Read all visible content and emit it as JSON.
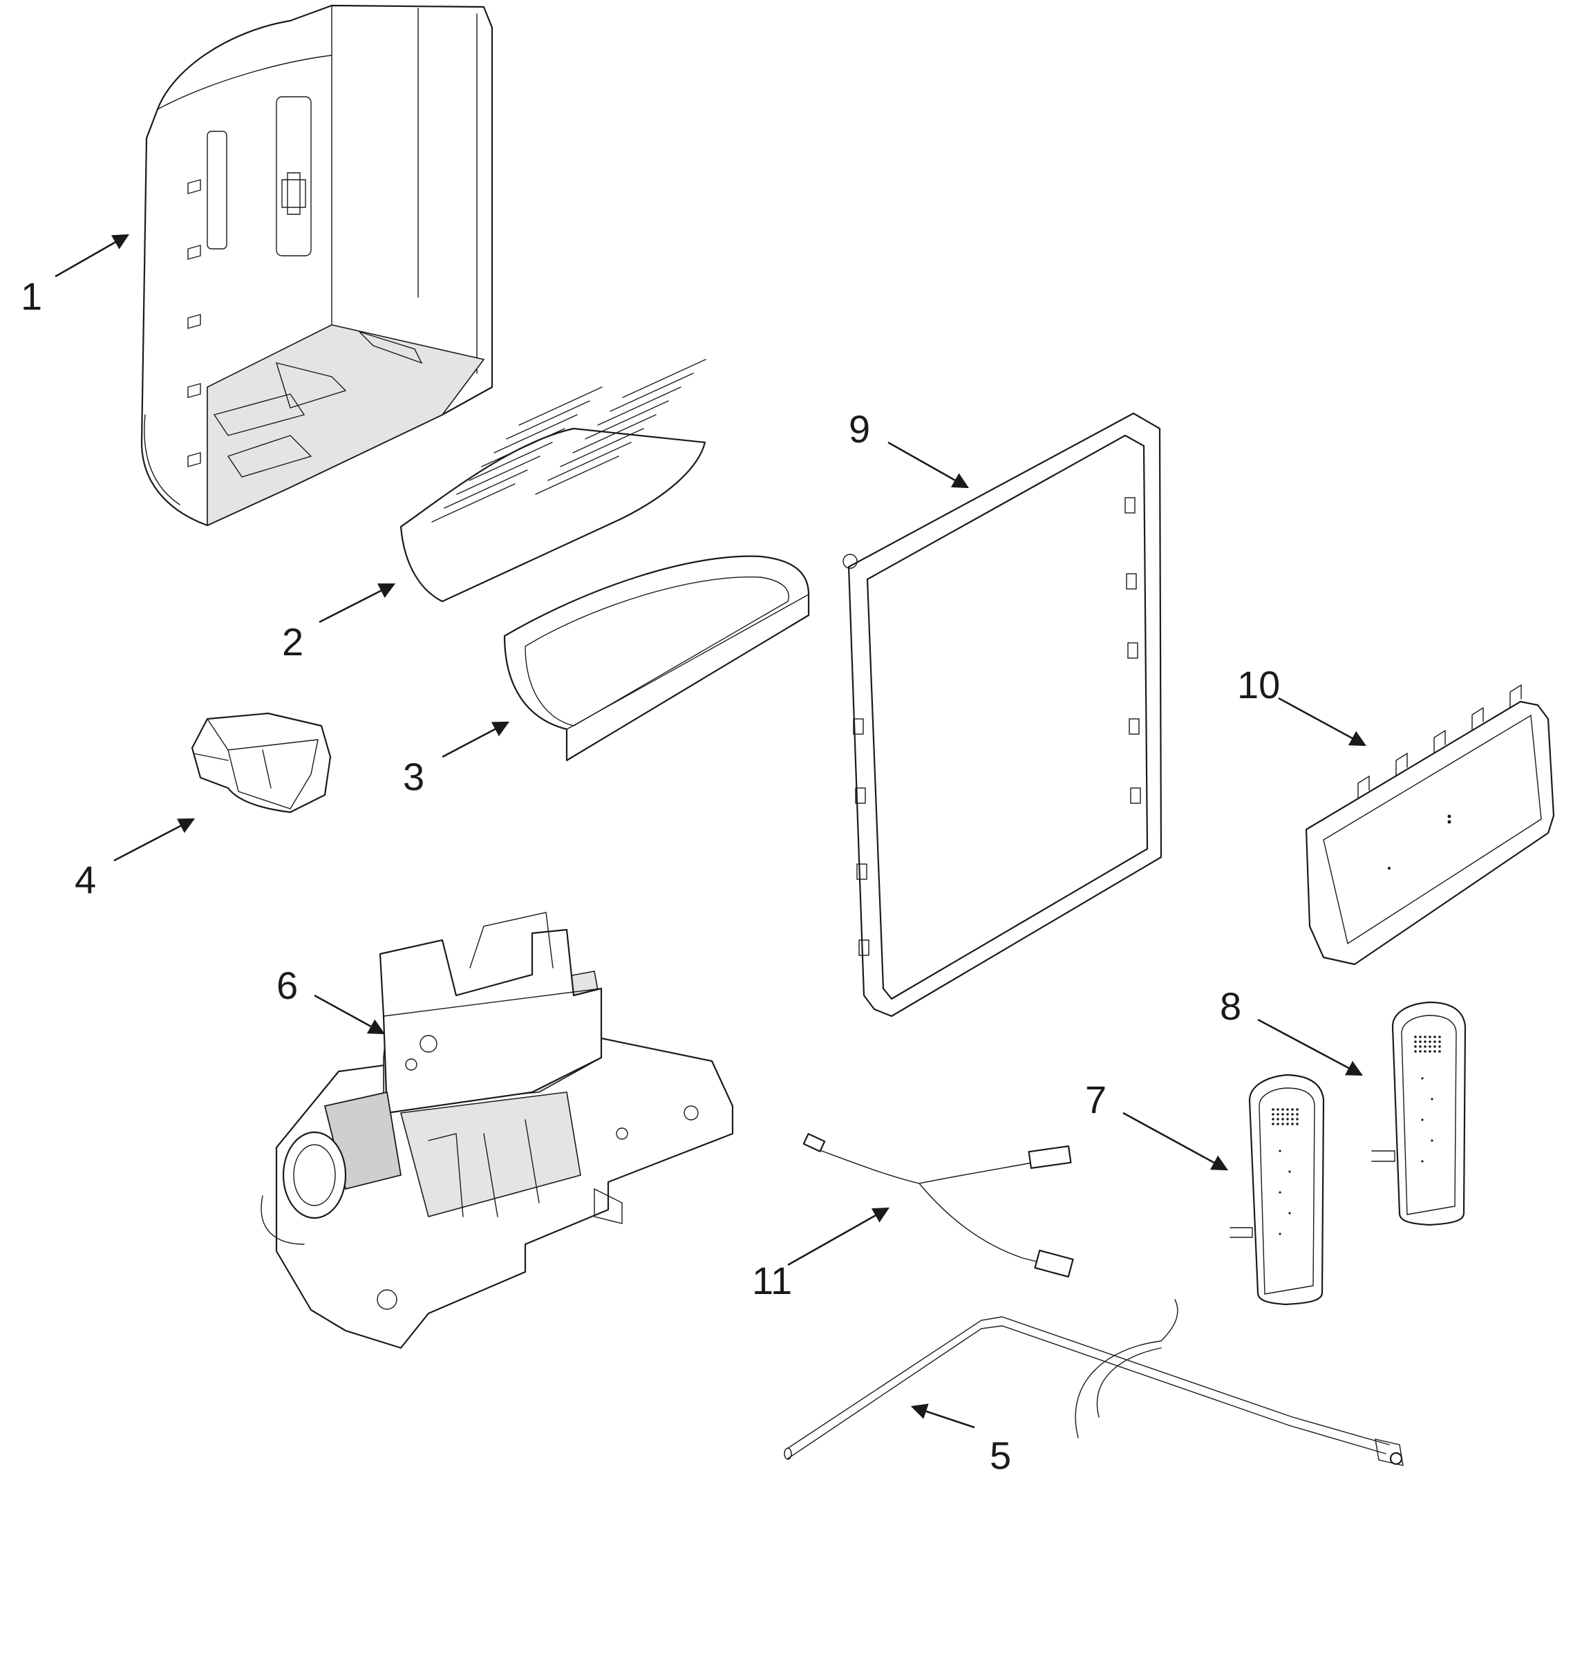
{
  "callouts": [
    {
      "id": "1",
      "label": "1"
    },
    {
      "id": "2",
      "label": "2"
    },
    {
      "id": "3",
      "label": "3"
    },
    {
      "id": "4",
      "label": "4"
    },
    {
      "id": "5",
      "label": "5"
    },
    {
      "id": "6",
      "label": "6"
    },
    {
      "id": "7",
      "label": "7"
    },
    {
      "id": "8",
      "label": "8"
    },
    {
      "id": "9",
      "label": "9"
    },
    {
      "id": "10",
      "label": "10"
    },
    {
      "id": "11",
      "label": "11"
    }
  ],
  "colors": {
    "line": "#1a1a1a",
    "background": "#ffffff",
    "shade": "#e4e4e4"
  }
}
